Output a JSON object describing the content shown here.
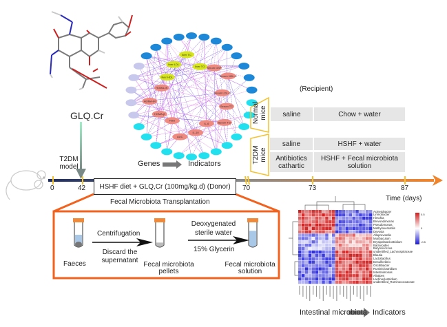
{
  "compound": {
    "label": "GLQ.Cr"
  },
  "network": {
    "caption_left": "Genes",
    "caption_right": "Indicators",
    "inner_nodes": [
      {
        "label": "liver HDL",
        "color": "#d7e51f"
      },
      {
        "label": "liver LDL",
        "color": "#d7e51f"
      },
      {
        "label": "liver TC",
        "color": "#d7e51f"
      },
      {
        "label": "liver TG",
        "color": "#d7e51f"
      },
      {
        "label": "Serum GSP",
        "color": "#ef8a80"
      },
      {
        "label": "Serum HDL-C",
        "color": "#ef8a80"
      },
      {
        "label": "Serum LDL-C",
        "color": "#ef8a80"
      },
      {
        "label": "Serum TC",
        "color": "#ef8a80"
      },
      {
        "label": "Serum TG",
        "color": "#ef8a80"
      },
      {
        "label": "IL-6",
        "color": "#ef8a80"
      },
      {
        "label": "IL-10",
        "color": "#ef8a80"
      },
      {
        "label": "AUC",
        "color": "#ef8a80"
      },
      {
        "label": "FBG",
        "color": "#ef8a80"
      },
      {
        "label": "HOMA-β",
        "color": "#ef8a80"
      },
      {
        "label": "HOMA-IR",
        "color": "#ef8a80"
      },
      {
        "label": "HOMA-IS",
        "color": "#ef8a80"
      }
    ],
    "colors": {
      "genes_dark": "#1e88d8",
      "genes_light": "#22e0ee",
      "metabolites": "#2fd8b0",
      "edges_a": "#7a5ae0",
      "edges_b": "#e07ae8",
      "other": "#c8c8ec"
    }
  },
  "timeline": {
    "model_label": "T2DM model",
    "ticks": [
      "0",
      "42",
      "70",
      "73",
      "87"
    ],
    "axis_label": "Time (days)",
    "donor_label": "HSHF diet + GLQ,Cr (100mg/kg.d) (Donor)",
    "fmt_label": "Fecal Microbiota Transplantation",
    "colors": {
      "start": "#1f2d5c",
      "end": "#f0842c",
      "tick": "#f2c230"
    }
  },
  "recipient": {
    "title": "(Recipient)",
    "normal_mice": "Normal mice",
    "t2dm_mice": "T2DM mice",
    "rows": [
      {
        "pre": "saline",
        "post": "Chow + water"
      },
      {
        "pre": "saline",
        "post": "HSHF + water"
      },
      {
        "pre": "Antibiotics cathartic",
        "post": "HSHF + Fecal microbiota solution"
      }
    ]
  },
  "fmt_process": {
    "step1": "Faeces",
    "arrow1_top": "Centrifugation",
    "arrow1_bottom": "Discard the supernatant",
    "step2": "Fecal microbiota pellets",
    "arrow2_top": "Deoxygenated sterile water",
    "arrow2_bottom": "15% Glycerin",
    "step3": "Fecal microbiota solution",
    "border_color": "#f0621e"
  },
  "heatmap": {
    "rows": [
      "Acinetobacter",
      "Limnobacter",
      "Hirschia",
      "Brevundimonas",
      "Pseudomonas",
      "Methyloversatilis",
      "Devosia",
      "Alloprevotella",
      "Muribaculum",
      "Erysipelatoclostridium",
      "Bacteroides",
      "Butyricicoccus",
      "unidentified_Lachnospiraceae",
      "Blautia",
      "Lactobacillus",
      "Desulfovibrio",
      "Oscillibacter",
      "Ruminiclostridium",
      "Intestinimonas",
      "Alistipes",
      "Lachnoclostridium",
      "unidentified_Ruminococcaceae"
    ],
    "colorbar_ticks": [
      "0.5",
      "0",
      "-0.5"
    ],
    "caption_left": "Intestinal microbiota",
    "caption_right": "Indicators",
    "colors": {
      "high": "#d21f1f",
      "mid": "#ffffff",
      "low": "#1a1ad8"
    }
  }
}
